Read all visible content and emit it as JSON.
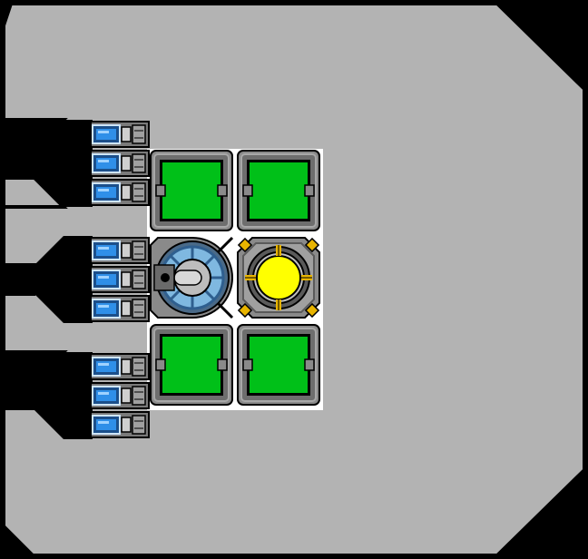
{
  "colors": {
    "background": "#000000",
    "hull": "#b3b3b3",
    "hull_outline": "#000000",
    "panel_frame": "#7a7a7a",
    "panel_green": "#00c018",
    "reactor_core": "#ffff00",
    "reactor_accent": "#e8b400",
    "thruster_glow": "#2f8fe8",
    "cockpit_glass": "#7fb8e0",
    "connector_white": "#ffffff"
  },
  "ship": {
    "name": "",
    "modules": [
      {
        "id": "cargo-top-left",
        "type": "cargo",
        "icon": "green-container-icon"
      },
      {
        "id": "cargo-top-right",
        "type": "cargo",
        "icon": "green-container-icon"
      },
      {
        "id": "cockpit",
        "type": "cockpit",
        "icon": "cockpit-dome-icon"
      },
      {
        "id": "reactor",
        "type": "reactor",
        "icon": "reactor-core-icon"
      },
      {
        "id": "cargo-bottom-left",
        "type": "cargo",
        "icon": "green-container-icon"
      },
      {
        "id": "cargo-bottom-right",
        "type": "cargo",
        "icon": "green-container-icon"
      }
    ],
    "thruster_banks": [
      {
        "id": "thruster-bank-top",
        "count": 3,
        "icon": "thruster-icon"
      },
      {
        "id": "thruster-bank-middle",
        "count": 3,
        "icon": "thruster-icon"
      },
      {
        "id": "thruster-bank-bottom",
        "count": 3,
        "icon": "thruster-icon"
      }
    ]
  }
}
